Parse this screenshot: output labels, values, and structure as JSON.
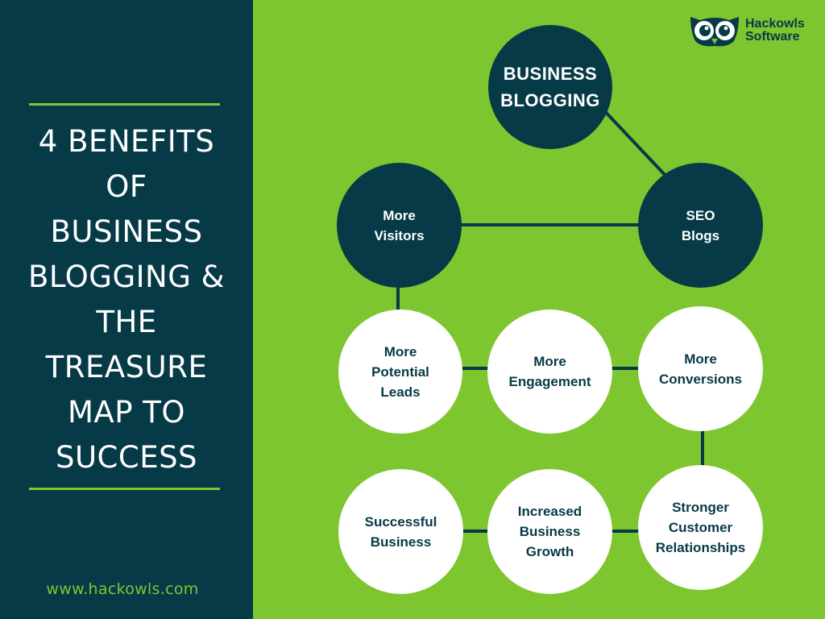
{
  "sidebar": {
    "title_lines": [
      "4 BENEFITS",
      "OF",
      "BUSINESS",
      "BLOGGING &",
      "THE",
      "TREASURE",
      "MAP TO",
      "SUCCESS"
    ],
    "website": "www.hackowls.com"
  },
  "brand": {
    "name_line1": "Hackowls",
    "name_line2": "Software"
  },
  "nodes": {
    "root": [
      "BUSINESS",
      "BLOGGING"
    ],
    "seo_blogs": [
      "SEO",
      "Blogs"
    ],
    "more_visitors": [
      "More",
      "Visitors"
    ],
    "more_potential_leads": [
      "More",
      "Potential",
      "Leads"
    ],
    "more_engagement": [
      "More",
      "Engagement"
    ],
    "more_conversions": [
      "More",
      "Conversions"
    ],
    "stronger_customer_relationships": [
      "Stronger",
      "Customer",
      "Relationships"
    ],
    "increased_business_growth": [
      "Increased",
      "Business",
      "Growth"
    ],
    "successful_business": [
      "Successful",
      "Business"
    ]
  },
  "colors": {
    "navy": "#063a47",
    "green": "#7dc62f",
    "white": "#ffffff"
  }
}
